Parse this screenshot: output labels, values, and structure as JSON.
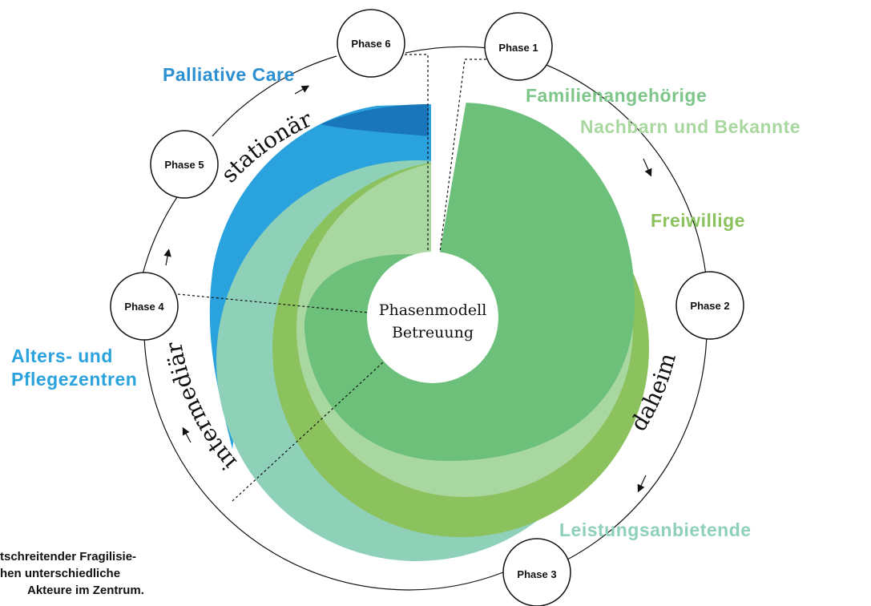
{
  "center": {
    "line1": "Phasenmodell",
    "line2": "Betreuung"
  },
  "phases": [
    "Phase 1",
    "Phase 2",
    "Phase 3",
    "Phase 4",
    "Phase 5",
    "Phase 6"
  ],
  "settings": {
    "daheim": "daheim",
    "intermediaer": "intermediär",
    "stationaer": "stationär"
  },
  "actors": {
    "familienangehoerige": "Familienangehörige",
    "nachbarn": "Nachbarn und Bekannte",
    "freiwillige": "Freiwillige",
    "leistungsanbietende": "Leistungsanbietende",
    "alters_line1": "Alters- und",
    "alters_line2": "Pflegezentren",
    "palliative": "Palliative Care"
  },
  "caption": {
    "line1": "tschreitender Fragilisie-",
    "line2": "hen unterschiedliche",
    "line3": "Akteure im Zentrum."
  },
  "colors": {
    "green_main": "#6cc07a",
    "green_light": "#a9d7a0",
    "green_lime": "#8cc25e",
    "teal": "#8fd0b8",
    "blue": "#2aa2dd",
    "blue_dark": "#1a76bb",
    "label_green": "#7ec589",
    "label_blue": "#2b8fd0",
    "text": "#111111"
  }
}
